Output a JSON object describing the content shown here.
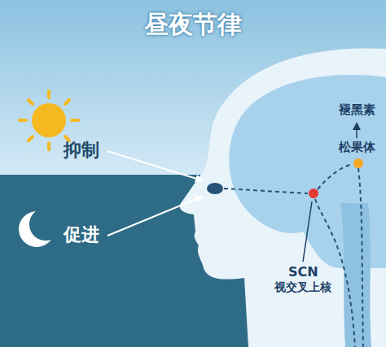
{
  "diagram": {
    "title": "昼夜节律",
    "labels": [
      "褪黑素",
      "松果体",
      "抑制",
      "促进",
      "SCN",
      "视交叉上核"
    ]
  }
}
